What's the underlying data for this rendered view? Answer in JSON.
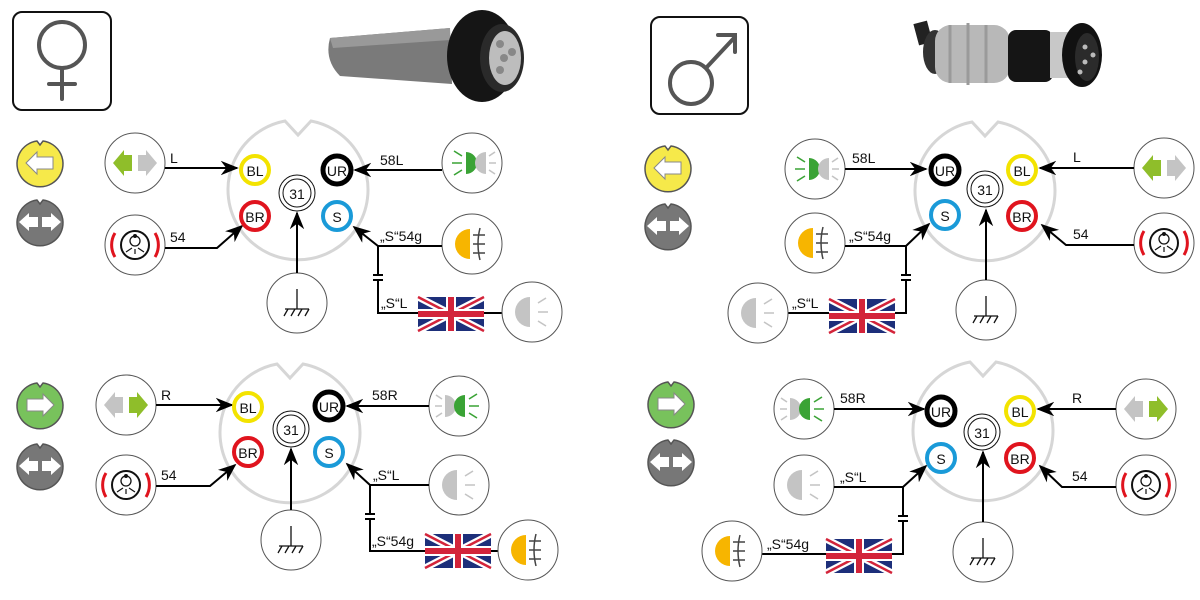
{
  "panels": [
    {
      "id": "female-top",
      "gender_symbol": "female-icon",
      "indicator": {
        "type": "left-turn",
        "color": "#f6e94a"
      },
      "hazard_color": "#777777",
      "pins": {
        "BL": "BL",
        "BR": "BR",
        "UR": "UR",
        "S": "S",
        "ground": "31"
      },
      "wires": {
        "turn": "L",
        "brake": "54",
        "position": "58L",
        "fog": "„S“54g",
        "uk": "„S“L"
      }
    },
    {
      "id": "male-top",
      "gender_symbol": "male-icon",
      "indicator": {
        "type": "left-turn",
        "color": "#f6e94a"
      },
      "hazard_color": "#777777",
      "pins": {
        "BL": "BL",
        "BR": "BR",
        "UR": "UR",
        "S": "S",
        "ground": "31"
      },
      "wires": {
        "turn": "L",
        "brake": "54",
        "position": "58L",
        "fog": "„S“54g",
        "uk": "„S“L"
      }
    },
    {
      "id": "female-bottom",
      "indicator": {
        "type": "right-turn",
        "color": "#78c25c"
      },
      "hazard_color": "#777777",
      "pins": {
        "BL": "BL",
        "BR": "BR",
        "UR": "UR",
        "S": "S",
        "ground": "31"
      },
      "wires": {
        "turn": "R",
        "brake": "54",
        "position": "58R",
        "fog": "„S“54g",
        "uk": "„S“L"
      }
    },
    {
      "id": "male-bottom",
      "indicator": {
        "type": "right-turn",
        "color": "#78c25c"
      },
      "hazard_color": "#777777",
      "pins": {
        "BL": "BL",
        "BR": "BR",
        "UR": "UR",
        "S": "S",
        "ground": "31"
      },
      "wires": {
        "turn": "R",
        "brake": "54",
        "position": "58R",
        "fog": "„S“54g",
        "uk": "„S“L"
      }
    }
  ],
  "colors": {
    "pin_bl": "#f3e300",
    "pin_br": "#e0141e",
    "pin_ur": "#000000",
    "pin_s": "#1a9ad8",
    "lamp_green": "#3aa335",
    "lamp_gray": "#c4c4c4",
    "fog_orange": "#f7b500",
    "arrow_green": "#8fbe2a",
    "arrow_gray": "#c4c4c4",
    "housing": "#d6d6d6"
  }
}
